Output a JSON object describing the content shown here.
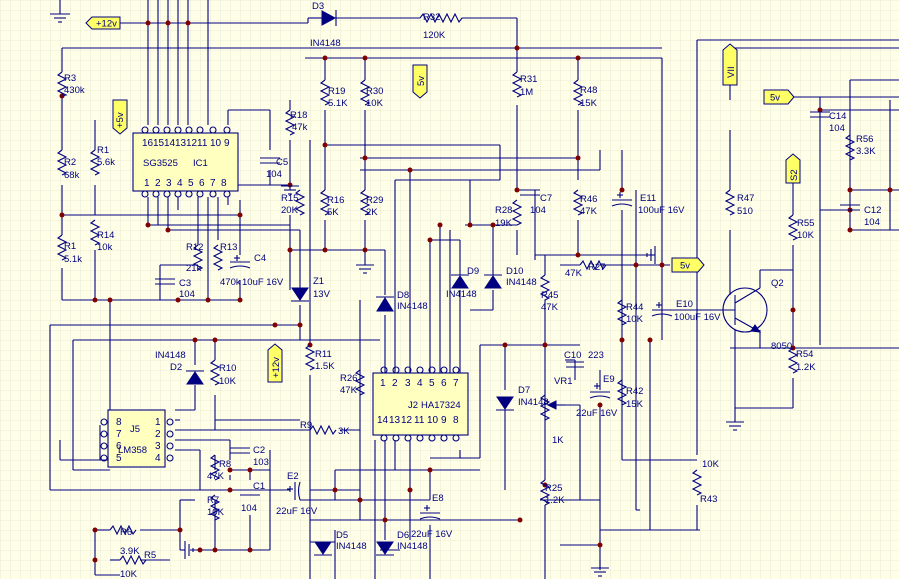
{
  "title": "",
  "colors": {
    "background": "#ffffe8",
    "grid": "#d9d9c8",
    "wire": "#000080",
    "junction": "#800000",
    "ic_fill": "#ffffc0",
    "tag_fill": "#ffff66"
  },
  "tags": [
    {
      "id": "plus12v_top",
      "text": "+12v"
    },
    {
      "id": "plus5v_left",
      "text": "+5v"
    },
    {
      "id": "v5_mid",
      "text": "5v"
    },
    {
      "id": "vii",
      "text": "VII"
    },
    {
      "id": "v5_right",
      "text": "5v"
    },
    {
      "id": "s2",
      "text": "S2"
    },
    {
      "id": "v5_bottom",
      "text": "5v"
    },
    {
      "id": "plus12v_bottom",
      "text": "+12v"
    }
  ],
  "ics": [
    {
      "id": "ic1",
      "name": "SG3525",
      "ref": "IC1",
      "top_pins": [
        "16",
        "15",
        "14",
        "13",
        "12",
        "11",
        "10",
        "9"
      ],
      "bottom_pins": [
        "1",
        "2",
        "3",
        "4",
        "5",
        "6",
        "7",
        "8"
      ]
    },
    {
      "id": "j2",
      "name": "HA17324",
      "ref": "J2",
      "top_pins": [
        "1",
        "2",
        "3",
        "4",
        "5",
        "6",
        "7"
      ],
      "bottom_pins": [
        "14",
        "13",
        "12",
        "11",
        "10",
        "9",
        "8"
      ]
    },
    {
      "id": "j5",
      "name": "LM358",
      "ref": "J5",
      "left_pins": [
        "8",
        "7",
        "6",
        "5"
      ],
      "right_pins": [
        "1",
        "2",
        "3",
        "4"
      ]
    }
  ],
  "resistors": [
    {
      "id": "R3",
      "ref": "R3",
      "value": "430k"
    },
    {
      "id": "R2",
      "ref": "R2",
      "value": "68k"
    },
    {
      "id": "R1a",
      "ref": "R1",
      "value": "5.1k"
    },
    {
      "id": "R11top",
      "ref": "R1",
      "value": "5.6k"
    },
    {
      "id": "R14",
      "ref": "R14",
      "value": "10k"
    },
    {
      "id": "R12",
      "ref": "R12",
      "value": "21k"
    },
    {
      "id": "R13",
      "ref": "R13",
      "value": "470k"
    },
    {
      "id": "R18",
      "ref": "R18",
      "value": "47k"
    },
    {
      "id": "R15",
      "ref": "R15",
      "value": "20K"
    },
    {
      "id": "R19",
      "ref": "R19",
      "value": "5.1K"
    },
    {
      "id": "R30",
      "ref": "R30",
      "value": "10K"
    },
    {
      "id": "R16",
      "ref": "R16",
      "value": "5K"
    },
    {
      "id": "R29",
      "ref": "R29",
      "value": "2K"
    },
    {
      "id": "R32",
      "ref": "R32",
      "value": "120K"
    },
    {
      "id": "R31",
      "ref": "R31",
      "value": "1M"
    },
    {
      "id": "R48",
      "ref": "R48",
      "value": "15K"
    },
    {
      "id": "R28",
      "ref": "R28",
      "value": "19K"
    },
    {
      "id": "R46",
      "ref": "R46",
      "value": "47K"
    },
    {
      "id": "R47",
      "ref": "R47",
      "value": "510"
    },
    {
      "id": "R27",
      "ref": "R27",
      "value": "47K"
    },
    {
      "id": "R55",
      "ref": "R55",
      "value": "10K"
    },
    {
      "id": "R56",
      "ref": "R56",
      "value": "3.3K"
    },
    {
      "id": "R45",
      "ref": "R45",
      "value": "47K"
    },
    {
      "id": "R44",
      "ref": "R44",
      "value": "10K"
    },
    {
      "id": "R42",
      "ref": "R42",
      "value": "15K"
    },
    {
      "id": "R54",
      "ref": "R54",
      "value": "1.2K"
    },
    {
      "id": "R43",
      "ref": "R43",
      "value": "10K"
    },
    {
      "id": "R25",
      "ref": "R25",
      "value": "1.2K"
    },
    {
      "id": "R11",
      "ref": "R11",
      "value": "1.5K"
    },
    {
      "id": "R26",
      "ref": "R26",
      "value": "47K"
    },
    {
      "id": "R9",
      "ref": "R9",
      "value": "3K"
    },
    {
      "id": "R10",
      "ref": "R10",
      "value": "10K"
    },
    {
      "id": "R8",
      "ref": "R8",
      "value": "47K"
    },
    {
      "id": "R7",
      "ref": "R7",
      "value": "10K"
    },
    {
      "id": "R6",
      "ref": "R6",
      "value": "3.9K"
    },
    {
      "id": "R5",
      "ref": "R5",
      "value": "10K"
    }
  ],
  "capacitors": [
    {
      "id": "C5",
      "ref": "C5",
      "value": "104"
    },
    {
      "id": "C3",
      "ref": "C3",
      "value": "104"
    },
    {
      "id": "C4",
      "ref": "C4",
      "value": "10uF 16V"
    },
    {
      "id": "C7",
      "ref": "C7",
      "value": "104"
    },
    {
      "id": "E11",
      "ref": "E11",
      "value": "100uF 16V"
    },
    {
      "id": "C14",
      "ref": "C14",
      "value": "104"
    },
    {
      "id": "C12",
      "ref": "C12",
      "value": "104"
    },
    {
      "id": "E10",
      "ref": "E10",
      "value": "100uF 16V"
    },
    {
      "id": "C10",
      "ref": "C10",
      "value": "223"
    },
    {
      "id": "E9",
      "ref": "E9",
      "value": "22uF 16V"
    },
    {
      "id": "C2",
      "ref": "C2",
      "value": "103"
    },
    {
      "id": "C1",
      "ref": "C1",
      "value": "104"
    },
    {
      "id": "E2",
      "ref": "E2",
      "value": "22uF 16V"
    },
    {
      "id": "E8",
      "ref": "E8",
      "value": "22uF 16V"
    }
  ],
  "diodes": [
    {
      "id": "D3",
      "ref": "D3",
      "value": "IN4148"
    },
    {
      "id": "Z1",
      "ref": "Z1",
      "value": "13V"
    },
    {
      "id": "D8",
      "ref": "D8",
      "value": "IN4148"
    },
    {
      "id": "D9",
      "ref": "D9",
      "value": "IN4148"
    },
    {
      "id": "D10",
      "ref": "D10",
      "value": "IN4148"
    },
    {
      "id": "D7",
      "ref": "D7",
      "value": "IN4148"
    },
    {
      "id": "D2",
      "ref": "D2",
      "value": "IN4148"
    },
    {
      "id": "D5",
      "ref": "D5",
      "value": "IN4148"
    },
    {
      "id": "D6",
      "ref": "D6",
      "value": "IN4148"
    }
  ],
  "others": [
    {
      "id": "Q2",
      "ref": "Q2",
      "value": "8050"
    },
    {
      "id": "VR1",
      "ref": "VR1",
      "value": "1K"
    }
  ]
}
